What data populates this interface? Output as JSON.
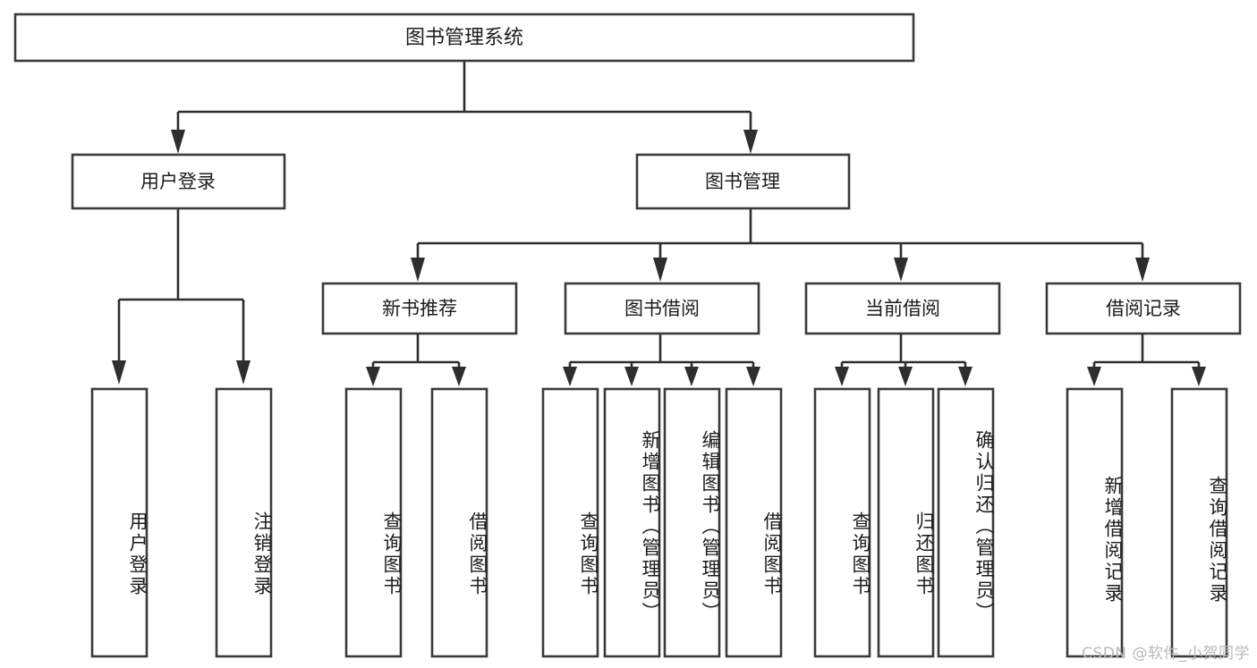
{
  "diagram": {
    "title": "图书管理系统",
    "type": "tree-hierarchy-diagram",
    "orientation": "top-down",
    "colors": {
      "box_stroke": "#3a3a3a",
      "box_fill": "#ffffff",
      "connector": "#2e2e2e",
      "text": "#1c1c1c",
      "watermark": "#b9b9b9",
      "background": "#ffffff"
    },
    "root": {
      "label": "图书管理系统"
    },
    "level2": [
      {
        "label": "用户登录"
      },
      {
        "label": "图书管理"
      }
    ],
    "level3": [
      {
        "label": "新书推荐"
      },
      {
        "label": "图书借阅"
      },
      {
        "label": "当前借阅"
      },
      {
        "label": "借阅记录"
      }
    ],
    "leaves": {
      "user_login": [
        {
          "label": "用户登录"
        },
        {
          "label": "注销登录"
        }
      ],
      "new_book_recommend": [
        {
          "label": "查询图书"
        },
        {
          "label": "借阅图书"
        }
      ],
      "book_borrow": [
        {
          "label": "查询图书"
        },
        {
          "label": "新增图书（管理员）"
        },
        {
          "label": "编辑图书（管理员）"
        },
        {
          "label": "借阅图书"
        }
      ],
      "current_borrow": [
        {
          "label": "查询图书"
        },
        {
          "label": "归还图书"
        },
        {
          "label": "确认归还（管理员）"
        }
      ],
      "borrow_record": [
        {
          "label": "新增借阅记录"
        },
        {
          "label": "查询借阅记录"
        }
      ]
    },
    "watermark": "CSDN @软件_小贺同学"
  }
}
